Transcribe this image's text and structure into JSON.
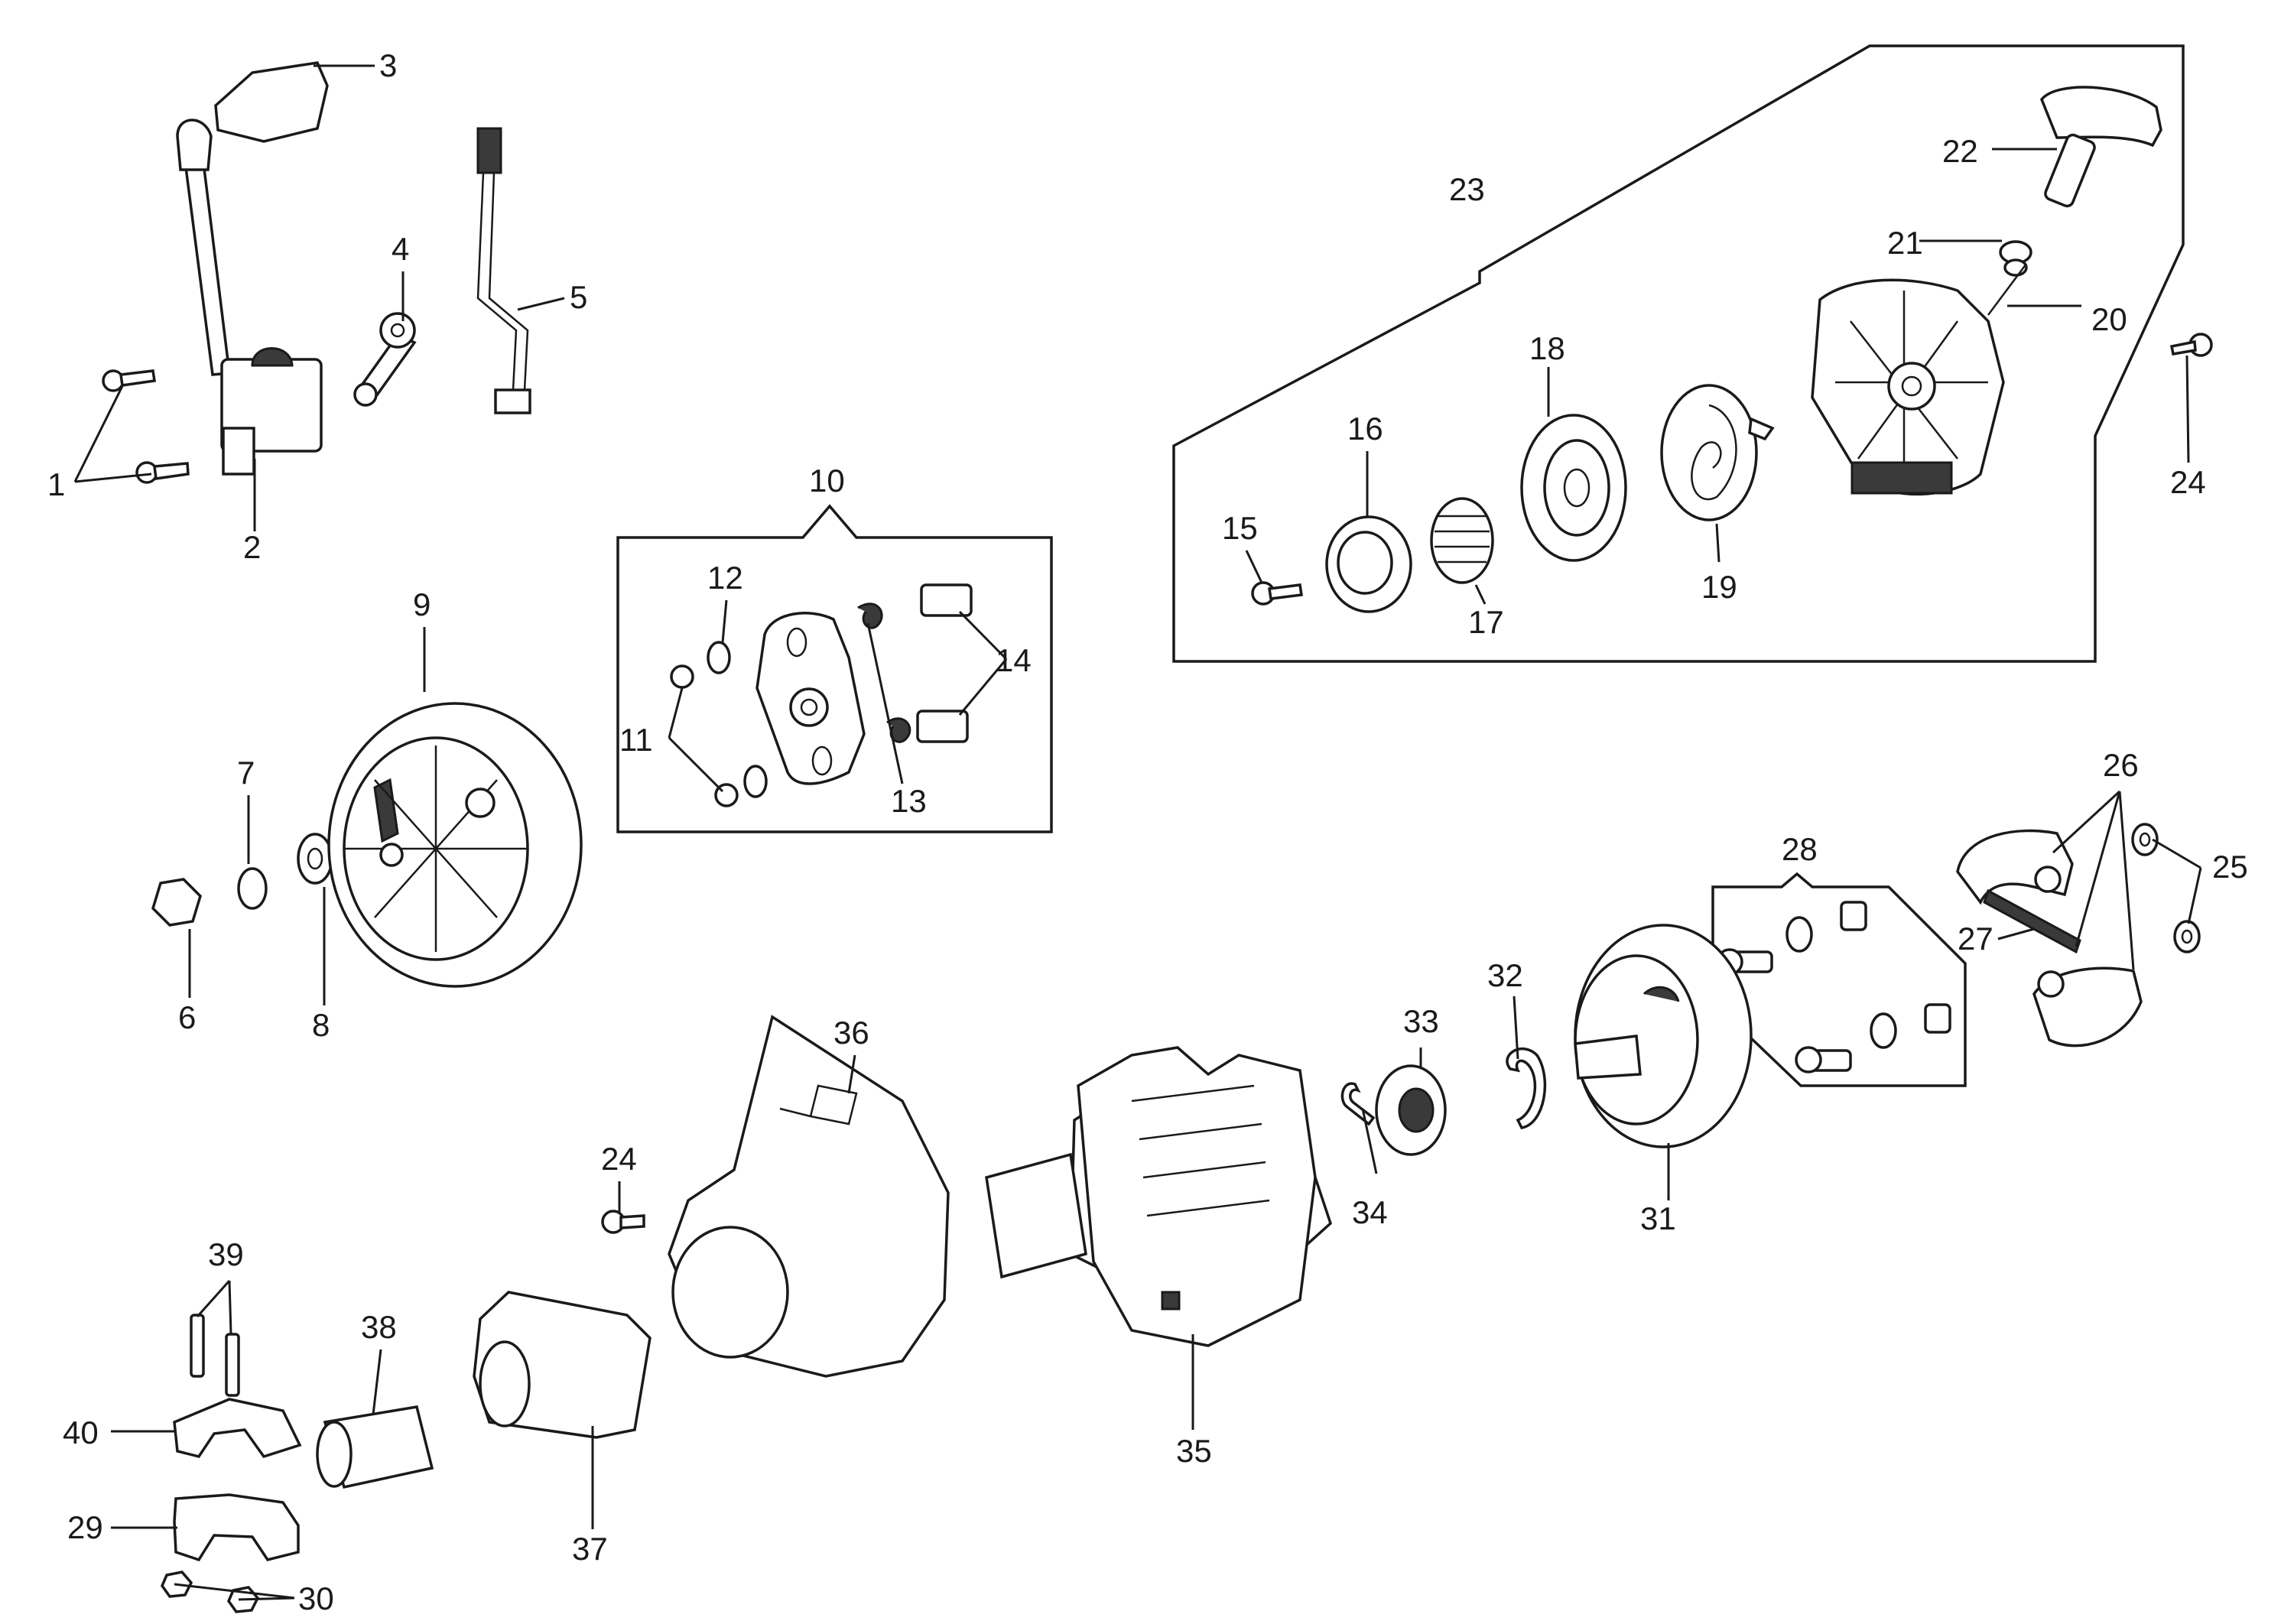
{
  "parts": [
    {
      "id": "p1",
      "label": "1"
    },
    {
      "id": "p2",
      "label": "2"
    },
    {
      "id": "p3",
      "label": "3"
    },
    {
      "id": "p4",
      "label": "4"
    },
    {
      "id": "p5",
      "label": "5"
    },
    {
      "id": "p6",
      "label": "6"
    },
    {
      "id": "p7",
      "label": "7"
    },
    {
      "id": "p8",
      "label": "8"
    },
    {
      "id": "p9",
      "label": "9"
    },
    {
      "id": "p10",
      "label": "10"
    },
    {
      "id": "p11",
      "label": "11"
    },
    {
      "id": "p12",
      "label": "12"
    },
    {
      "id": "p13",
      "label": "13"
    },
    {
      "id": "p14",
      "label": "14"
    },
    {
      "id": "p15",
      "label": "15"
    },
    {
      "id": "p16",
      "label": "16"
    },
    {
      "id": "p17",
      "label": "17"
    },
    {
      "id": "p18",
      "label": "18"
    },
    {
      "id": "p19",
      "label": "19"
    },
    {
      "id": "p20",
      "label": "20"
    },
    {
      "id": "p21",
      "label": "21"
    },
    {
      "id": "p22",
      "label": "22"
    },
    {
      "id": "p23",
      "label": "23"
    },
    {
      "id": "p24a",
      "label": "24"
    },
    {
      "id": "p24b",
      "label": "24"
    },
    {
      "id": "p25",
      "label": "25"
    },
    {
      "id": "p26",
      "label": "26"
    },
    {
      "id": "p27",
      "label": "27"
    },
    {
      "id": "p28",
      "label": "28"
    },
    {
      "id": "p29",
      "label": "29"
    },
    {
      "id": "p30",
      "label": "30"
    },
    {
      "id": "p31",
      "label": "31"
    },
    {
      "id": "p32",
      "label": "32"
    },
    {
      "id": "p33",
      "label": "33"
    },
    {
      "id": "p34",
      "label": "34"
    },
    {
      "id": "p35",
      "label": "35"
    },
    {
      "id": "p36",
      "label": "36"
    },
    {
      "id": "p37",
      "label": "37"
    },
    {
      "id": "p38",
      "label": "38"
    },
    {
      "id": "p39",
      "label": "39"
    },
    {
      "id": "p40",
      "label": "40"
    }
  ]
}
